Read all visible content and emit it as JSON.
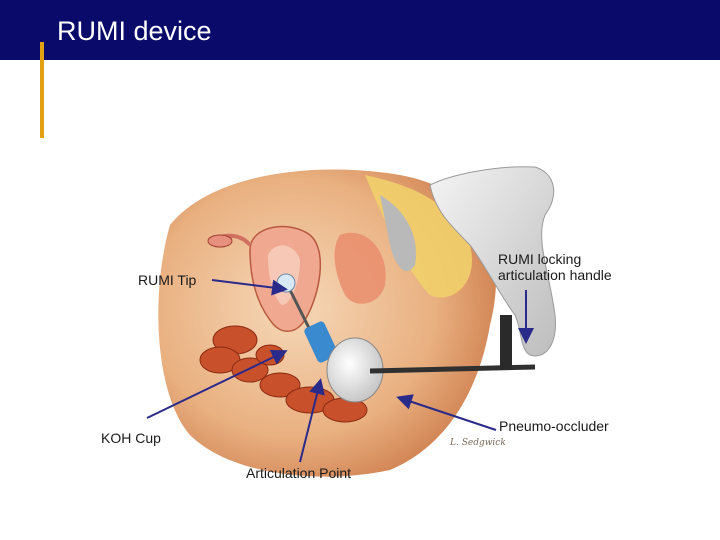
{
  "slide": {
    "title": "RUMI device"
  },
  "labels": {
    "tip": "RUMI Tip",
    "handle_line1": "RUMI locking",
    "handle_line2": "articulation handle",
    "koh_cup": "KOH Cup",
    "pneumo": "Pneumo-occluder",
    "articulation": "Articulation Point"
  },
  "colors": {
    "title_bar": "#0a0a6a",
    "accent": "#e0a010",
    "arrow": "#2a2a8a"
  }
}
